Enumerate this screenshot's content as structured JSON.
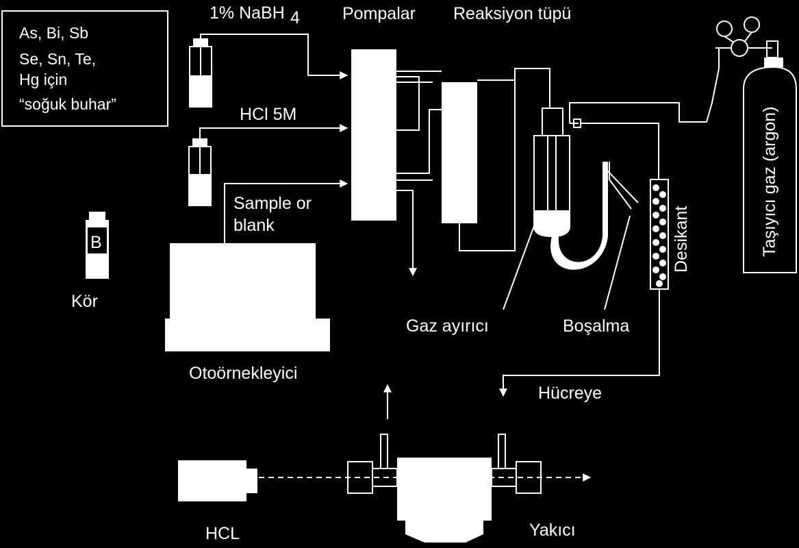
{
  "info_box": {
    "line1": "As, Bi, Sb",
    "line2": "Se, Sn, Te,",
    "line3": "Hg için",
    "line4": "“soğuk buhar”"
  },
  "labels": {
    "nabh4": "1% NaBH",
    "nabh4_sub": "4",
    "pumps": "Pompalar",
    "reaction_tube": "Reaksiyon tüpü",
    "hcl_5m": "HCl  5M",
    "sample_line1": "Sample or",
    "sample_line2": "blank",
    "blank_vial": "B",
    "blank": "Kör",
    "autosampler": "Otoörnekleyici",
    "gas_separator": "Gaz ayırıcı",
    "drain": "Boşalma",
    "desiccant": "Desikant",
    "carrier_gas": "Taşıyıcı gaz (argon)",
    "to_cell": "Hücreye",
    "lamp": "HCL",
    "burner": "Yakıcı"
  },
  "colors": {
    "background": "#000000",
    "line": "#ffffff"
  }
}
